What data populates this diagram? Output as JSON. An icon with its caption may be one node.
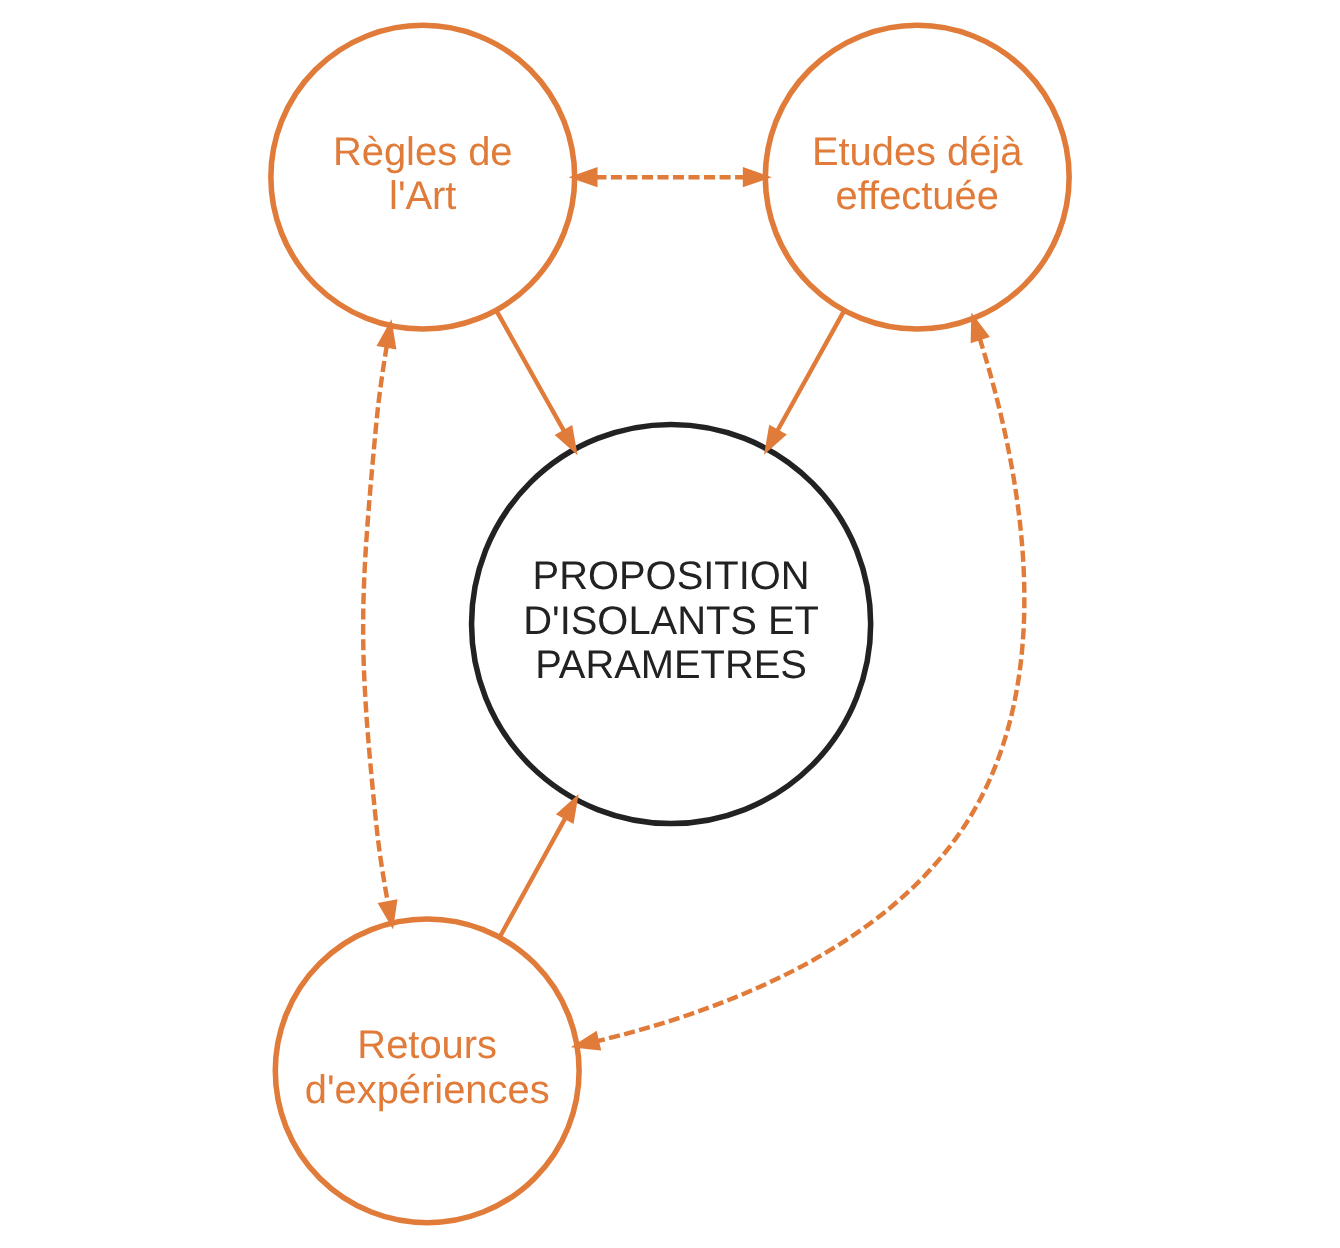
{
  "diagram": {
    "nodes": [
      {
        "text": [
          "Règles de l'Art"
        ]
      },
      {
        "text": [
          "Etudes déjà effectuée"
        ]
      },
      {
        "text": [
          "PROPOSITION D'ISOLANTS ET PARAMETRES"
        ]
      },
      {
        "text": [
          "Retours d'expériences"
        ]
      }
    ],
    "edges": [
      {
        "from": 0,
        "to": 1,
        "arrow": "both",
        "style": "dashed"
      },
      {
        "from": 0,
        "to": 2,
        "arrow": "to"
      },
      {
        "from": 1,
        "to": 2,
        "arrow": "to"
      },
      {
        "from": 0,
        "to": 3,
        "arrow": "both",
        "style": "dashed"
      },
      {
        "from": 1,
        "to": 3,
        "arrow": "both",
        "style": "dashed"
      },
      {
        "from": 3,
        "to": 2,
        "arrow": "to"
      }
    ]
  }
}
